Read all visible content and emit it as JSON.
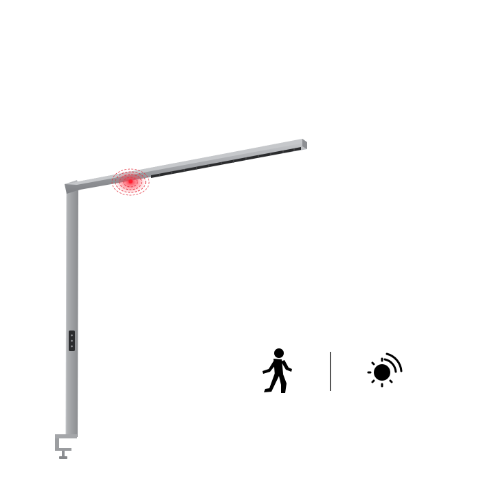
{
  "product": {
    "subject": "desk-clamp-floor-lamp",
    "body_color": "#9b9da0",
    "sensor_color": "#e53946",
    "control_buttons": 3
  },
  "features": [
    {
      "icon": "walking-person-icon",
      "meaning": "motion-sensor"
    },
    {
      "icon": "sun-sensor-icon",
      "meaning": "daylight-sensor"
    }
  ],
  "colors": {
    "background": "#ffffff",
    "icon": "#000000",
    "divider": "#222222"
  }
}
